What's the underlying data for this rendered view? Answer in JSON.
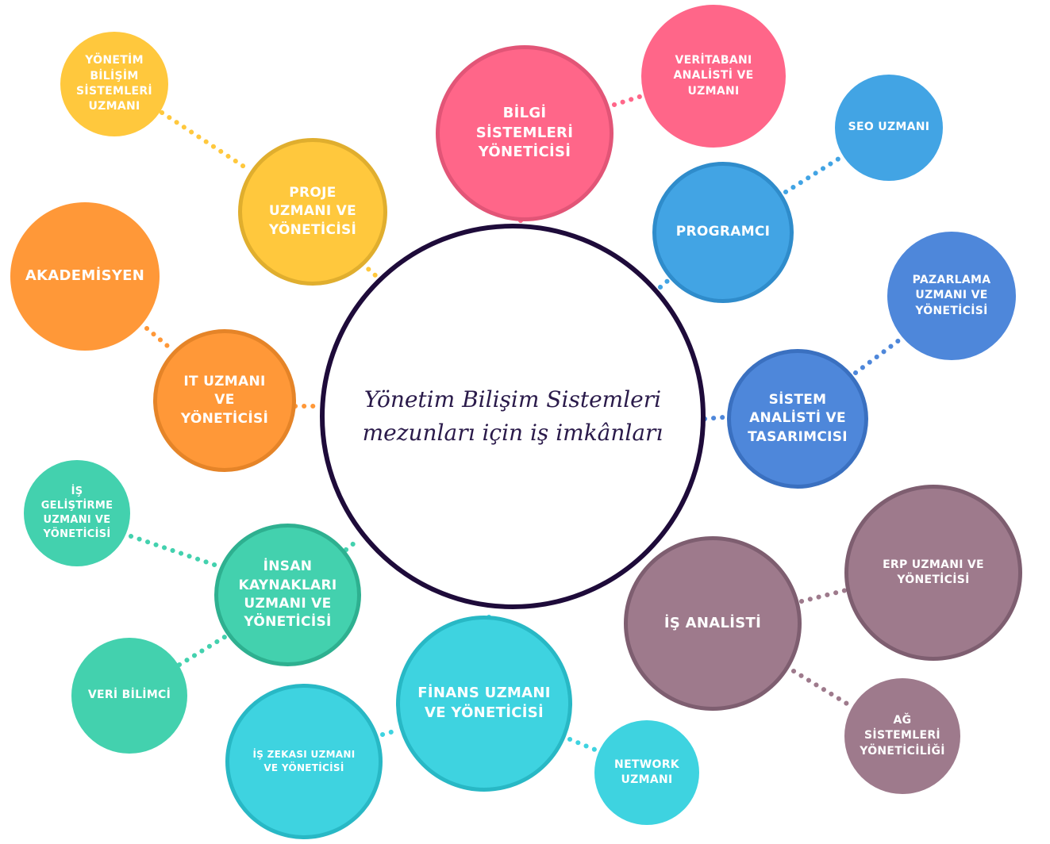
{
  "colors": {
    "yellow": "#FFC83D",
    "yellow_dark": "#E0AE2E",
    "orange": "#FF9838",
    "orange_dark": "#E58428",
    "pink": "#FF6689",
    "pink_dark": "#E25577",
    "sky": "#42A4E4",
    "sky_dark": "#2F8CCB",
    "blue": "#4E87DA",
    "blue_dark": "#3A70C0",
    "mauve": "#9E7A8C",
    "mauve_dark": "#7E5E70",
    "cyan": "#3ED3E0",
    "cyan_dark": "#28B8C5",
    "green": "#43D1AE",
    "green_dark": "#2EB090",
    "center_border": "#1E0B3A"
  },
  "center": {
    "title": "Yönetim Bilişim Sistemleri\nmezunları için iş imkânları"
  },
  "nodes": {
    "yonetim_bilisim": "YÖNETİM\nBİLİŞİM\nSİSTEMLERİ\nUZMANI",
    "proje": "PROJE\nUZMANI VE\nYÖNETİCİSİ",
    "akademisyen": "AKADEMİSYEN",
    "it": "IT UZMANI\nVE\nYÖNETİCİSİ",
    "is_gelistirme": "İŞ\nGELİŞTİRME\nUZMANI VE\nYÖNETİCİSİ",
    "insan_kaynaklari": "İNSAN\nKAYNAKLARI\nUZMANI VE\nYÖNETİCİSİ",
    "veri_bilimci": "VERİ BİLİMCİ",
    "is_zekasi": "İŞ ZEKASI UZMANI\nVE YÖNETİCİSİ",
    "finans": "FİNANS UZMANI\nVE YÖNETİCİSİ",
    "network": "NETWORK\nUZMANI",
    "bilgi_sistemleri": "BİLGİ\nSİSTEMLERİ\nYÖNETİCİSİ",
    "veritabani": "VERİTABANI\nANALİSTİ VE\nUZMANI",
    "seo": "SEO UZMANI",
    "programci": "PROGRAMCI",
    "pazarlama": "PAZARLAMA\nUZMANI VE\nYÖNETİCİSİ",
    "sistem_analisti": "SİSTEM\nANALİSTİ VE\nTASARIMCISI",
    "is_analisti": "İŞ ANALİSTİ",
    "erp": "ERP UZMANI VE\nYÖNETİCİSİ",
    "ag_sistemleri": "AĞ\nSİSTEMLERİ\nYÖNETİCİLİĞİ"
  }
}
